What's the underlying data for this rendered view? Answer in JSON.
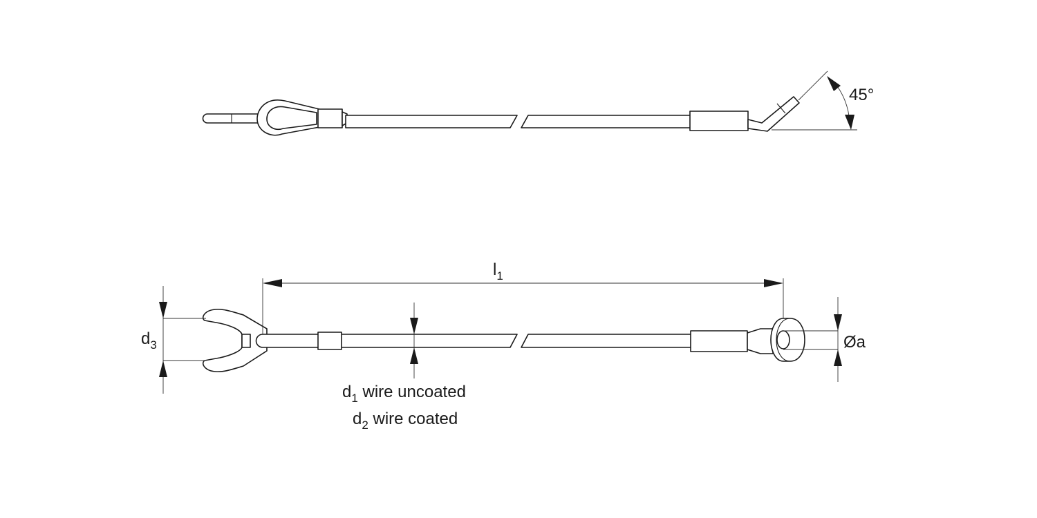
{
  "top_view": {
    "angle_label": "45°"
  },
  "front_view": {
    "length_label": {
      "main": "l",
      "sub": "1"
    },
    "d3_label": {
      "main": "d",
      "sub": "3"
    },
    "diameter_label": "Øa",
    "note_uncoated": {
      "main": "d",
      "sub": "1",
      "rest": " wire uncoated"
    },
    "note_coated": {
      "main": "d",
      "sub": "2",
      "rest": " wire coated"
    }
  }
}
